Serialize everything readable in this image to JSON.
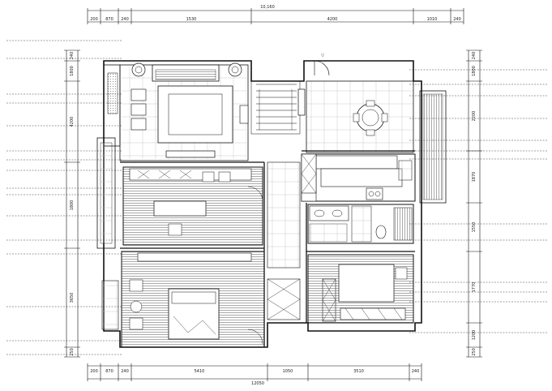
{
  "drawing": {
    "top_dims": [
      "200",
      "870",
      "240",
      "1530",
      "4200",
      "1010",
      "240"
    ],
    "top_total": "10,160",
    "bottom_dims": [
      "200",
      "870",
      "240",
      "5410",
      "1050",
      "3510",
      "240"
    ],
    "bottom_total": "12050",
    "left_dims": [
      "240",
      "1800",
      "4200",
      "1800",
      "3650",
      "250"
    ],
    "right_dims": [
      "240",
      "1800",
      "2200",
      "1870",
      "1550",
      "1770",
      "1200",
      "250"
    ],
    "left_callouts": [
      "",
      "",
      "",
      "",
      "",
      "",
      "",
      "",
      "",
      "",
      "",
      "",
      "",
      "",
      "",
      ""
    ],
    "right_callouts": [
      "",
      "",
      "",
      "",
      "",
      "",
      "",
      "",
      "",
      "",
      "",
      ""
    ],
    "rooms": [
      {
        "id": "living",
        "label": "",
        "sub": ""
      },
      {
        "id": "dining",
        "label": "",
        "sub": ""
      },
      {
        "id": "kitchen",
        "label": "",
        "sub": ""
      },
      {
        "id": "study",
        "label": "",
        "sub": ""
      },
      {
        "id": "bedroom",
        "label": "",
        "sub": ""
      },
      {
        "id": "bath",
        "label": "",
        "sub": ""
      },
      {
        "id": "room2",
        "label": "",
        "sub": ""
      },
      {
        "id": "hall",
        "label": "",
        "sub": ""
      }
    ],
    "entry_marker": "▽"
  },
  "colors": {
    "line": "#111111",
    "hatch": "#555555",
    "bg": "#ffffff"
  }
}
